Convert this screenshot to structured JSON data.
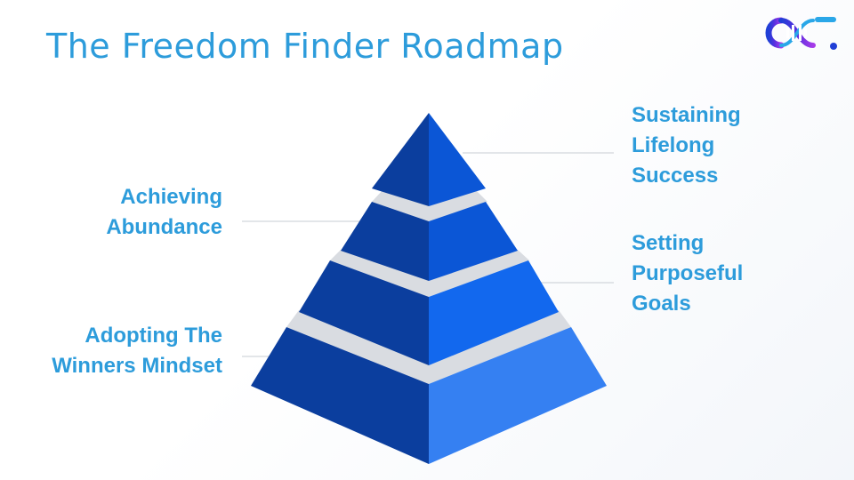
{
  "title": "The Freedom Finder Roadmap",
  "colors": {
    "accent": "#2d9cdb",
    "tier_left": "#0b3e9e",
    "tier_right_top": "#0b56d6",
    "tier_right_mid": "#1268ee",
    "tier_right_bottom": "#3580f2",
    "separator": "#d9dce1",
    "connector": "#c7ccd3"
  },
  "levels": [
    {
      "label_lines": [
        "Adopting The",
        "Winners Mindset"
      ],
      "side": "left"
    },
    {
      "label_lines": [
        "Setting",
        "Purposeful",
        "Goals"
      ],
      "side": "right"
    },
    {
      "label_lines": [
        "Achieving",
        "Abundance"
      ],
      "side": "left"
    },
    {
      "label_lines": [
        "Sustaining",
        "Lifelong",
        "Success"
      ],
      "side": "right"
    }
  ],
  "logo": {
    "icon": "brand-logo-icon"
  }
}
